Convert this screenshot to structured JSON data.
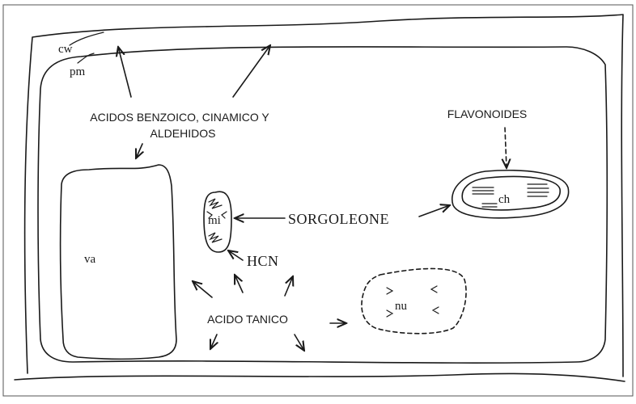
{
  "labels": {
    "cw": "cw",
    "pm": "pm",
    "acids_line1": "ACIDOS BENZOICO, CINAMICO Y",
    "acids_line2": "ALDEHIDOS",
    "flavonoides": "FLAVONOIDES",
    "sorgoleone": "SORGOLEONE",
    "hcn": "HCN",
    "acido_tanico": "ACIDO TANICO",
    "va": "va",
    "mi": "mi",
    "ch": "ch",
    "nu": "nu"
  }
}
